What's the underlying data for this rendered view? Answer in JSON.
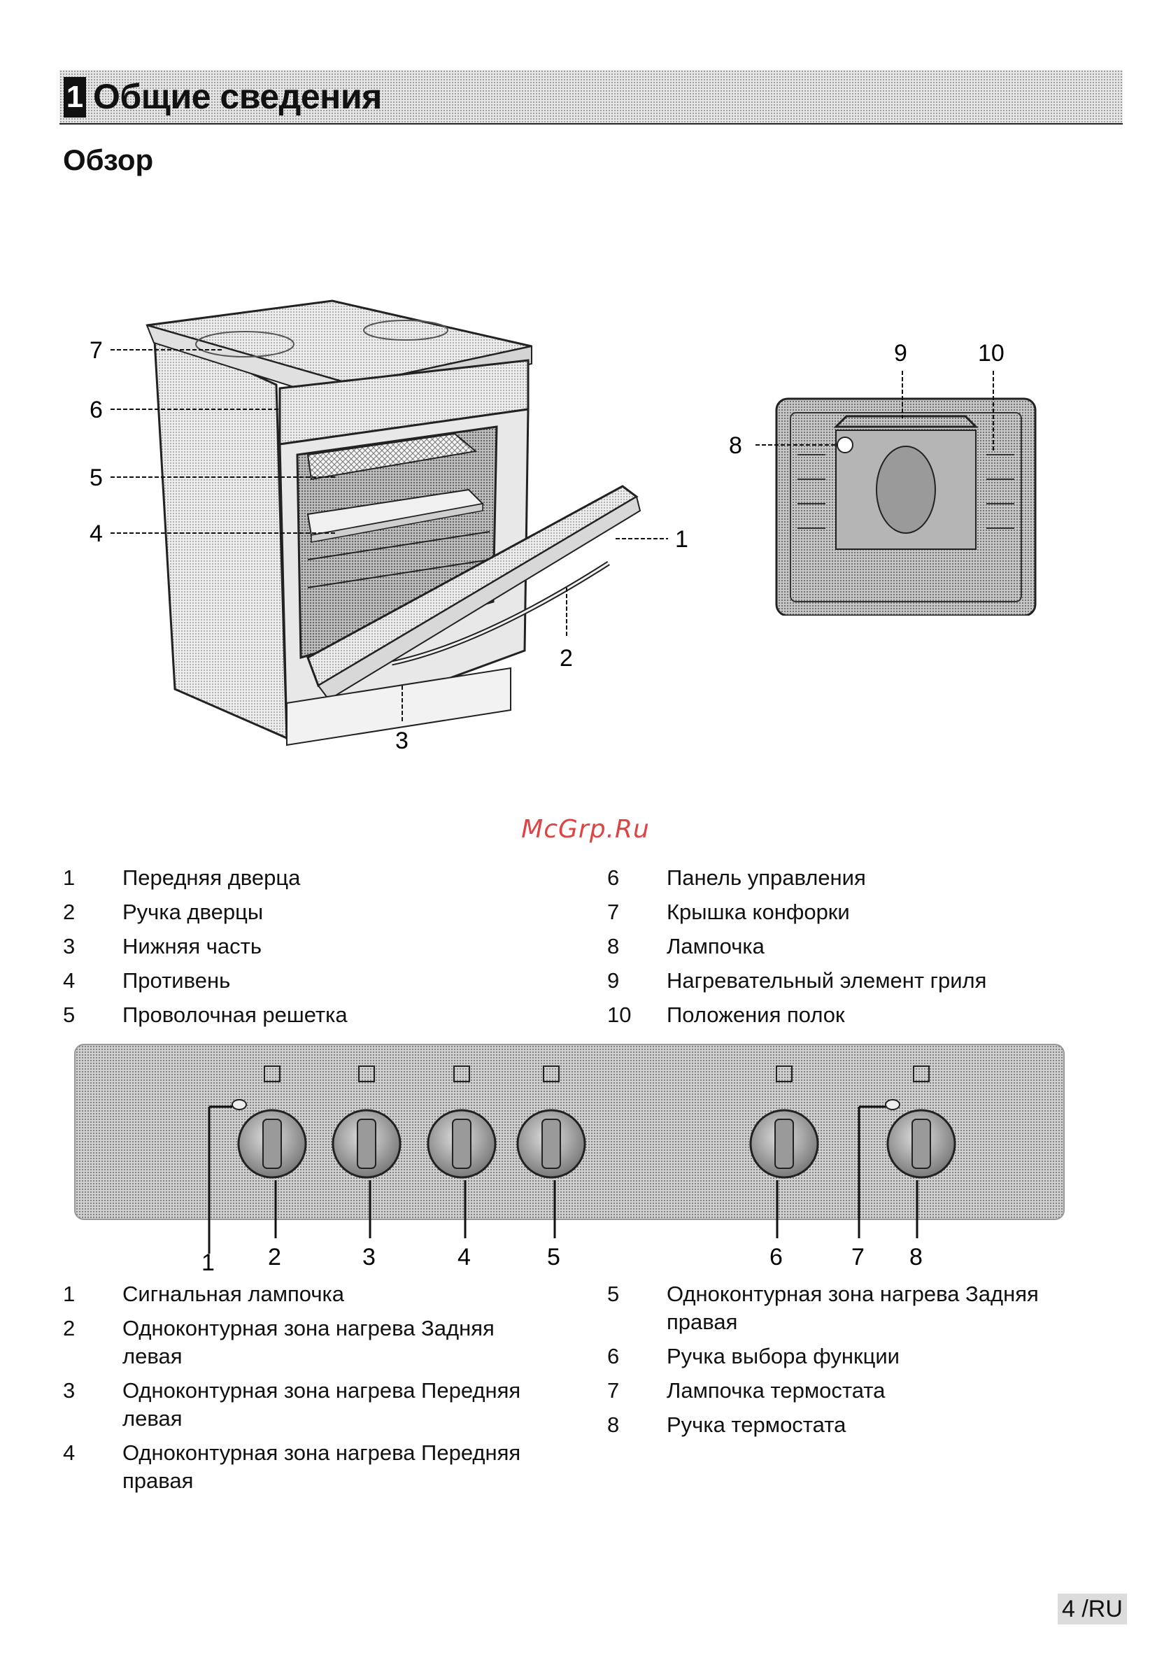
{
  "header": {
    "section_number": "1",
    "section_title": "Общие сведения"
  },
  "subtitle": "Обзор",
  "watermark": "McGrp.Ru",
  "oven_callouts": [
    "1",
    "2",
    "3",
    "4",
    "5",
    "6",
    "7"
  ],
  "cavity_callouts": [
    "8",
    "9",
    "10"
  ],
  "parts_legend": {
    "left": [
      {
        "num": "1",
        "text": "Передняя дверца"
      },
      {
        "num": "2",
        "text": "Ручка дверцы"
      },
      {
        "num": "3",
        "text": "Нижняя часть"
      },
      {
        "num": "4",
        "text": "Противень"
      },
      {
        "num": "5",
        "text": "Проволочная решетка"
      }
    ],
    "right": [
      {
        "num": "6",
        "text": "Панель управления"
      },
      {
        "num": "7",
        "text": "Крышка конфорки"
      },
      {
        "num": "8",
        "text": "Лампочка"
      },
      {
        "num": "9",
        "text": "Нагревательный элемент гриля"
      },
      {
        "num": "10",
        "text": "Положения полок"
      }
    ]
  },
  "panel_callouts": [
    "1",
    "2",
    "3",
    "4",
    "5",
    "6",
    "7",
    "8"
  ],
  "controls_legend": {
    "left": [
      {
        "num": "1",
        "text": "Сигнальная лампочка"
      },
      {
        "num": "2",
        "text": "Одноконтурная зона нагрева Задняя левая"
      },
      {
        "num": "3",
        "text": "Одноконтурная зона нагрева Передняя левая"
      },
      {
        "num": "4",
        "text": "Одноконтурная зона нагрева Передняя правая"
      }
    ],
    "right": [
      {
        "num": "5",
        "text": "Одноконтурная зона нагрева Задняя правая"
      },
      {
        "num": "6",
        "text": "Ручка выбора функции"
      },
      {
        "num": "7",
        "text": "Лампочка термостата"
      },
      {
        "num": "8",
        "text": "Ручка термостата"
      }
    ]
  },
  "page_number": "4 /RU"
}
